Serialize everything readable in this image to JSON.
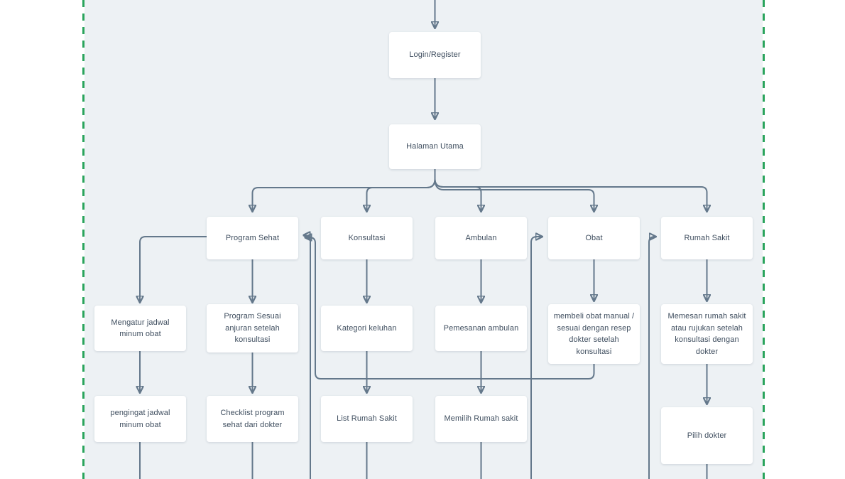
{
  "canvas": {
    "artboard_background": "#edf1f4",
    "outer_background": "#ffffff",
    "frame_border_color": "#2aa45c",
    "connector_color": "#64788b",
    "node_background": "#ffffff",
    "node_text_color": "#3f4e5f"
  },
  "flowchart": {
    "nodes": [
      {
        "id": "login",
        "label": "Login/Register"
      },
      {
        "id": "halaman-utama",
        "label": "Halaman Utama"
      },
      {
        "id": "program-sehat",
        "label": "Program Sehat"
      },
      {
        "id": "konsultasi",
        "label": "Konsultasi"
      },
      {
        "id": "ambulan",
        "label": "Ambulan"
      },
      {
        "id": "obat",
        "label": "Obat"
      },
      {
        "id": "rumah-sakit",
        "label": "Rumah Sakit"
      },
      {
        "id": "mengatur-jadwal",
        "label": "Mengatur jadwal minum obat"
      },
      {
        "id": "program-sesuai",
        "label": "Program Sesuai anjuran setelah konsultasi"
      },
      {
        "id": "kategori-keluhan",
        "label": "Kategori keluhan"
      },
      {
        "id": "pemesanan-ambulan",
        "label": "Pemesanan ambulan"
      },
      {
        "id": "membeli-obat",
        "label": "membeli obat manual / sesuai dengan resep dokter setelah konsultasi"
      },
      {
        "id": "memesan-rumah-sakit",
        "label": "Memesan rumah sakit atau rujukan setelah konsultasi dengan dokter"
      },
      {
        "id": "pengingat-jadwal",
        "label": "pengingat jadwal minum obat"
      },
      {
        "id": "checklist-program",
        "label": "Checklist program sehat dari dokter"
      },
      {
        "id": "list-rumah-sakit",
        "label": "List Rumah Sakit"
      },
      {
        "id": "memilih-rumah-sakit",
        "label": "Memilih Rumah sakit"
      },
      {
        "id": "pilih-dokter",
        "label": "Pilih dokter"
      }
    ],
    "edges": [
      {
        "from": "offscreen-top",
        "to": "login",
        "arrow": true
      },
      {
        "from": "login",
        "to": "halaman-utama",
        "arrow": true
      },
      {
        "from": "halaman-utama",
        "to": "program-sehat",
        "arrow": true
      },
      {
        "from": "halaman-utama",
        "to": "konsultasi",
        "arrow": true
      },
      {
        "from": "halaman-utama",
        "to": "ambulan",
        "arrow": true
      },
      {
        "from": "halaman-utama",
        "to": "obat",
        "arrow": true
      },
      {
        "from": "halaman-utama",
        "to": "rumah-sakit",
        "arrow": true
      },
      {
        "from": "program-sehat",
        "to": "mengatur-jadwal",
        "arrow": true
      },
      {
        "from": "program-sehat",
        "to": "program-sesuai",
        "arrow": true
      },
      {
        "from": "konsultasi",
        "to": "kategori-keluhan",
        "arrow": true
      },
      {
        "from": "ambulan",
        "to": "pemesanan-ambulan",
        "arrow": true
      },
      {
        "from": "obat",
        "to": "membeli-obat",
        "arrow": true
      },
      {
        "from": "rumah-sakit",
        "to": "memesan-rumah-sakit",
        "arrow": true
      },
      {
        "from": "mengatur-jadwal",
        "to": "pengingat-jadwal",
        "arrow": true
      },
      {
        "from": "program-sesuai",
        "to": "checklist-program",
        "arrow": true
      },
      {
        "from": "kategori-keluhan",
        "to": "list-rumah-sakit",
        "arrow": true
      },
      {
        "from": "pemesanan-ambulan",
        "to": "memilih-rumah-sakit",
        "arrow": true
      },
      {
        "from": "memesan-rumah-sakit",
        "to": "pilih-dokter",
        "arrow": true
      },
      {
        "from": "membeli-obat",
        "to": "program-sehat",
        "arrow": true
      },
      {
        "from": "offscreen-bottom",
        "to": "program-sehat",
        "arrow": true
      },
      {
        "from": "offscreen-bottom",
        "to": "obat",
        "arrow": true
      },
      {
        "from": "offscreen-bottom",
        "to": "rumah-sakit",
        "arrow": true
      },
      {
        "from": "pengingat-jadwal",
        "to": "offscreen-bottom",
        "arrow": false
      },
      {
        "from": "checklist-program",
        "to": "offscreen-bottom",
        "arrow": false
      },
      {
        "from": "list-rumah-sakit",
        "to": "offscreen-bottom",
        "arrow": false
      },
      {
        "from": "memilih-rumah-sakit",
        "to": "offscreen-bottom",
        "arrow": false
      },
      {
        "from": "pilih-dokter",
        "to": "offscreen-bottom",
        "arrow": false
      }
    ]
  }
}
